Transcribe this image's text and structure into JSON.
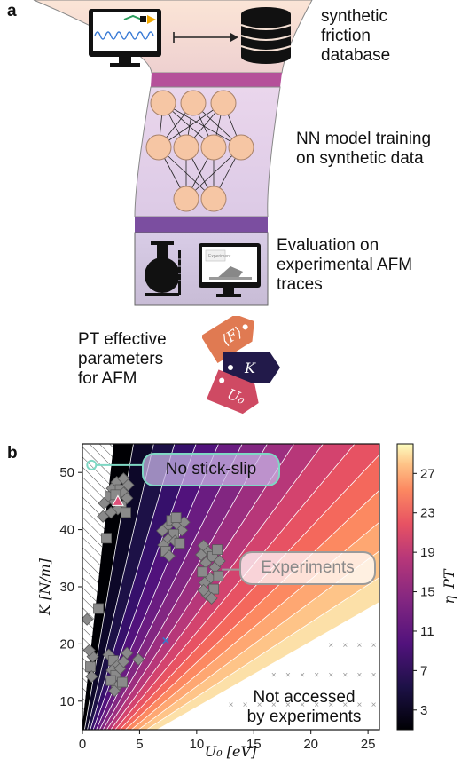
{
  "panel_a": {
    "label": "a",
    "steps": [
      {
        "text": "synthetic\nfriction\ndatabase"
      },
      {
        "text": "NN model training\non synthetic data"
      },
      {
        "text": "Evaluation on\nexperimental AFM\ntraces"
      }
    ],
    "screen_tiny_text": "Experiment",
    "output_text": "PT effective\nparameters\nfor AFM",
    "tags": [
      {
        "symbol": "⟨F⟩",
        "color": "#e07a52"
      },
      {
        "symbol": "K",
        "color": "#221a4a"
      },
      {
        "symbol": "U₀",
        "color": "#cf4a63"
      }
    ]
  },
  "panel_b": {
    "label": "b",
    "annotations": {
      "no_stick_slip": "No stick-slip",
      "experiments": "Experiments",
      "not_accessed": "Not accessed\nby experiments"
    },
    "colors": {
      "no_stick_slip_marker": "#7fd8c4",
      "experiments_marker": "#8a8a8a",
      "highlight_triangle": "#e0507a",
      "highlight_x": "#3a78c8"
    }
  },
  "chart_data": {
    "type": "scatter",
    "xlabel": "U₀ [eV]",
    "ylabel": "K [N/m]",
    "xlim": [
      0,
      26
    ],
    "ylim": [
      5,
      55
    ],
    "xticks": [
      0,
      5,
      10,
      15,
      20,
      25
    ],
    "yticks": [
      10,
      20,
      30,
      40,
      50
    ],
    "grid": false,
    "colorbar": {
      "label": "η_PT",
      "ticks": [
        3,
        7,
        11,
        15,
        19,
        23,
        27
      ],
      "range": [
        1,
        30
      ],
      "colormap": "magma"
    },
    "experiment_points": [
      [
        2.4,
        45.8
      ],
      [
        2.6,
        47.2
      ],
      [
        3.0,
        48.3
      ],
      [
        3.3,
        47.0
      ],
      [
        3.6,
        46.4
      ],
      [
        2.8,
        44.9
      ],
      [
        3.4,
        44.2
      ],
      [
        3.9,
        45.5
      ],
      [
        3.1,
        43.6
      ],
      [
        2.9,
        46.1
      ],
      [
        3.6,
        48.9
      ],
      [
        2.5,
        43.0
      ],
      [
        3.8,
        43.0
      ],
      [
        4.0,
        47.8
      ],
      [
        7.4,
        40.5
      ],
      [
        7.8,
        41.6
      ],
      [
        8.3,
        40.9
      ],
      [
        8.7,
        39.9
      ],
      [
        8.0,
        39.2
      ],
      [
        7.5,
        38.3
      ],
      [
        7.1,
        37.3
      ],
      [
        7.3,
        36.2
      ],
      [
        7.6,
        35.4
      ],
      [
        8.1,
        38.0
      ],
      [
        8.5,
        37.6
      ],
      [
        8.9,
        41.3
      ],
      [
        7.0,
        39.8
      ],
      [
        8.2,
        42.1
      ],
      [
        10.6,
        37.2
      ],
      [
        11.0,
        36.1
      ],
      [
        11.4,
        35.3
      ],
      [
        10.8,
        34.2
      ],
      [
        11.6,
        33.4
      ],
      [
        10.5,
        32.6
      ],
      [
        11.2,
        31.5
      ],
      [
        10.7,
        30.7
      ],
      [
        11.5,
        29.6
      ],
      [
        10.9,
        28.6
      ],
      [
        11.3,
        28.0
      ],
      [
        11.8,
        36.5
      ],
      [
        10.4,
        35.6
      ],
      [
        12.0,
        34.5
      ],
      [
        11.9,
        31.9
      ],
      [
        10.6,
        29.4
      ],
      [
        2.3,
        18.1
      ],
      [
        2.7,
        17.1
      ],
      [
        3.1,
        16.3
      ],
      [
        2.6,
        15.4
      ],
      [
        2.9,
        14.5
      ],
      [
        3.3,
        15.7
      ],
      [
        3.6,
        16.9
      ],
      [
        2.5,
        13.6
      ],
      [
        3.0,
        12.5
      ],
      [
        2.8,
        11.8
      ],
      [
        3.5,
        13.3
      ],
      [
        3.9,
        18.4
      ],
      [
        4.9,
        17.3
      ],
      [
        0.7,
        16.0
      ],
      [
        0.9,
        17.8
      ],
      [
        0.8,
        14.3
      ],
      [
        1.4,
        26.2
      ],
      [
        0.4,
        24.3
      ],
      [
        1.8,
        42.3
      ],
      [
        2.1,
        38.5
      ],
      [
        1.9,
        44.6
      ],
      [
        0.6,
        18.9
      ]
    ],
    "no_stick_slip_point": [
      0.8,
      51.3
    ],
    "highlight_triangle_point": [
      3.1,
      45.0
    ],
    "highlight_x_point": [
      7.3,
      20.6
    ],
    "not_accessed_markers_note": "gray x markers fill the unreachable region below the fan"
  }
}
